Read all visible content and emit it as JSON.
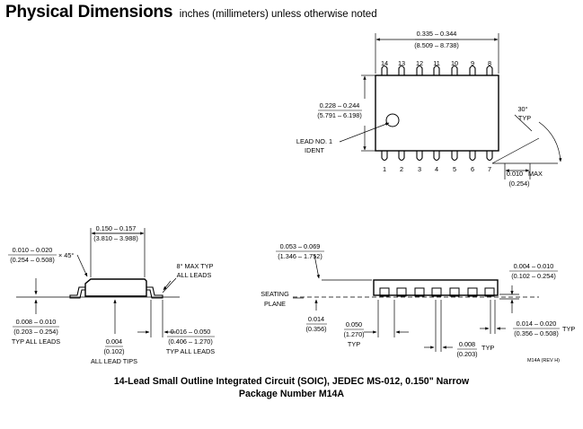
{
  "header": {
    "title": "Physical Dimensions",
    "subtitle": "inches (millimeters) unless otherwise noted"
  },
  "top_view": {
    "top_pins": [
      "14",
      "13",
      "12",
      "11",
      "10",
      "9",
      "8"
    ],
    "bottom_pins": [
      "1",
      "2",
      "3",
      "4",
      "5",
      "6",
      "7"
    ],
    "length_in": "0.335 – 0.344",
    "length_mm": "(8.509 – 8.738)",
    "width_in": "0.228 – 0.244",
    "width_mm": "(5.791 – 6.198)",
    "lead1_line1": "LEAD NO. 1",
    "lead1_line2": "IDENT",
    "angle": "30°",
    "angle_typ": "TYP",
    "max_in": "0.010",
    "max_label": "MAX",
    "max_mm": "(0.254)"
  },
  "side_left": {
    "body_in": "0.150 – 0.157",
    "body_mm": "(3.810 – 3.988)",
    "chamfer_in": "0.010 – 0.020",
    "chamfer_mm": "(0.254 – 0.508)",
    "chamfer_angle": "× 45°",
    "angle_line1": "8° MAX TYP",
    "angle_line2": "ALL LEADS",
    "thick_in": "0.008 – 0.010",
    "thick_mm": "(0.203 – 0.254)",
    "thick_note": "TYP ALL LEADS",
    "tip_in": "0.004",
    "tip_mm": "(0.102)",
    "tip_note": "ALL LEAD TIPS",
    "foot_in": "0.016 – 0.050",
    "foot_mm": "(0.406 – 1.270)",
    "foot_note": "TYP ALL LEADS"
  },
  "side_right": {
    "height_in": "0.053 – 0.069",
    "height_mm": "(1.346 – 1.752)",
    "standoff_in": "0.004 – 0.010",
    "standoff_mm": "(0.102 – 0.254)",
    "seating_line1": "SEATING",
    "seating_line2": "PLANE",
    "seat_in": "0.014",
    "seat_mm": "(0.356)",
    "pitch_in": "0.050",
    "pitch_mm": "(1.270)",
    "pitch_typ": "TYP",
    "lead_w_in": "0.014 – 0.020",
    "lead_w_mm": "(0.356 – 0.508)",
    "lead_w_typ": "TYP",
    "lead_t_in": "0.008",
    "lead_t_mm": "(0.203)",
    "lead_t_typ": "TYP",
    "rev": "M14A (REV H)"
  },
  "caption": {
    "line1": "14-Lead Small Outline Integrated Circuit (SOIC), JEDEC MS-012, 0.150\" Narrow",
    "line2": "Package Number M14A"
  }
}
